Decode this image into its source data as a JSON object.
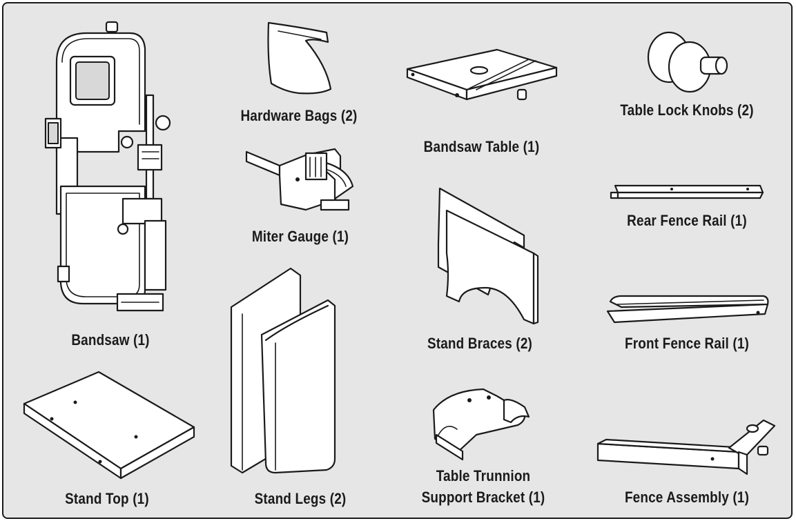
{
  "parts": {
    "bandsaw": "Bandsaw (1)",
    "hardware_bags": "Hardware Bags (2)",
    "miter_gauge": "Miter Gauge (1)",
    "bandsaw_table": "Bandsaw Table (1)",
    "stand_braces": "Stand Braces (2)",
    "table_lock_knobs": "Table Lock Knobs (2)",
    "rear_fence_rail": "Rear Fence Rail (1)",
    "front_fence_rail": "Front Fence Rail (1)",
    "stand_top": "Stand Top (1)",
    "stand_legs": "Stand Legs (2)",
    "trunnion_line1": "Table Trunnion",
    "trunnion_line2": "Support Bracket (1)",
    "fence_assembly": "Fence Assembly (1)"
  }
}
